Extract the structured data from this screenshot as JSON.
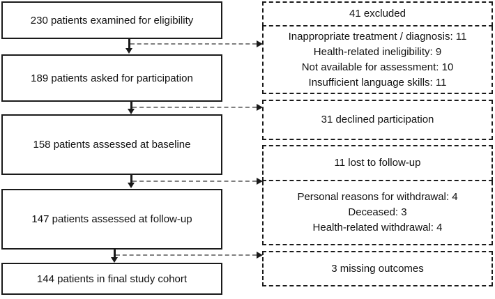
{
  "diagram": {
    "title": "patient flow diagram",
    "colors": {
      "box_border": "#1a1a1a",
      "dashed_box_border": "#1a1a1a",
      "connector": "#808080",
      "arrowhead": "#1a1a1a",
      "text": "#111111",
      "background": "#ffffff"
    },
    "left_boxes": [
      {
        "label": "230 patients examined for eligibility"
      },
      {
        "label": "189 patients asked for participation"
      },
      {
        "label": "158 patients assessed at baseline"
      },
      {
        "label": "147 patients assessed at follow-up"
      },
      {
        "label": "144 patients in final study cohort"
      }
    ],
    "right_boxes": [
      {
        "lines": [
          "41 excluded"
        ]
      },
      {
        "lines": [
          "Inappropriate treatment / diagnosis: 11",
          "Health-related ineligibility: 9",
          "Not available for assessment: 10",
          "Insufficient language skills: 11"
        ]
      },
      {
        "lines": [
          "31 declined participation"
        ]
      },
      {
        "lines": [
          "11 lost to follow-up"
        ]
      },
      {
        "lines": [
          "Personal reasons for withdrawal: 4",
          "Deceased: 3",
          "Health-related withdrawal: 4"
        ]
      },
      {
        "lines": [
          "3 missing outcomes"
        ]
      }
    ]
  }
}
